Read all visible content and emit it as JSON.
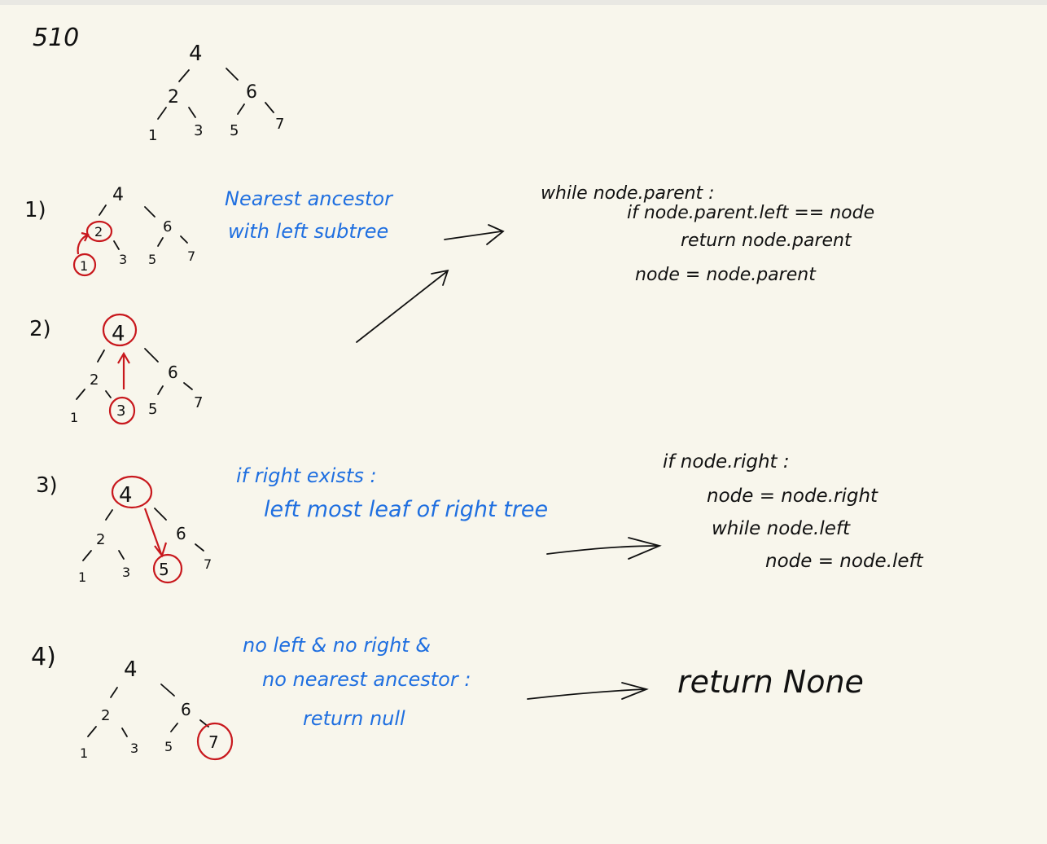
{
  "problem_number": "510",
  "tree_nodes": {
    "root": "4",
    "left": "2",
    "right": "6",
    "left_left": "1",
    "left_right": "3",
    "right_left": "5",
    "right_right": "7"
  },
  "cases": [
    {
      "label": "1)",
      "note": [
        "Nearest ancestor",
        "with left subtree"
      ]
    },
    {
      "label": "2)"
    },
    {
      "label": "3)",
      "note": [
        "if right exists :",
        "left most leaf of right tree"
      ],
      "code": [
        "if node.right :",
        "node = node.right",
        "while node.left",
        "node = node.left"
      ]
    },
    {
      "label": "4)",
      "note": [
        "no left & no right &",
        "no nearest ancestor :",
        "return null"
      ],
      "code": [
        "return None"
      ]
    }
  ],
  "code_ancestor": [
    "while node.parent :",
    "if node.parent.left == node",
    "return node.parent",
    "node = node.parent"
  ],
  "colors": {
    "background": "#f8f6ec",
    "ink": "#111111",
    "note_blue": "#1f6fe0",
    "highlight_red": "#c8181d"
  }
}
